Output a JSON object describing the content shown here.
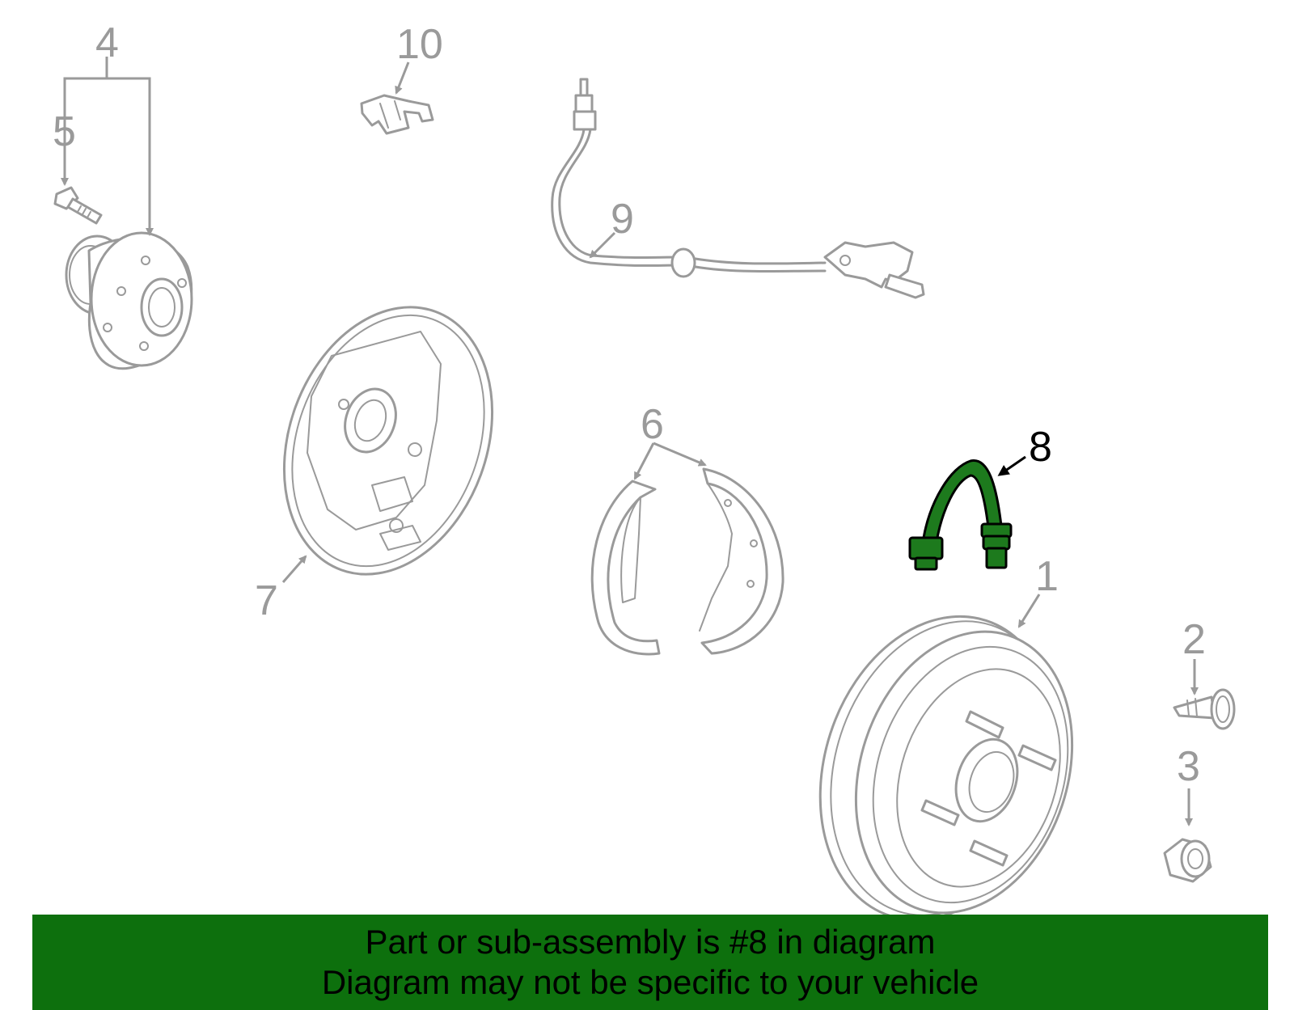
{
  "diagram": {
    "callouts": [
      "1",
      "2",
      "3",
      "4",
      "5",
      "6",
      "7",
      "8",
      "9",
      "10"
    ],
    "highlighted_callout": "8",
    "colors": {
      "part_outline": "#9a9a9a",
      "highlight_part": "#1d7a1d",
      "banner_background": "#0d700d",
      "banner_text": "#000000"
    }
  },
  "banner": {
    "line1": "Part or sub-assembly is #8 in diagram",
    "line2": "Diagram may not be specific to your vehicle"
  }
}
